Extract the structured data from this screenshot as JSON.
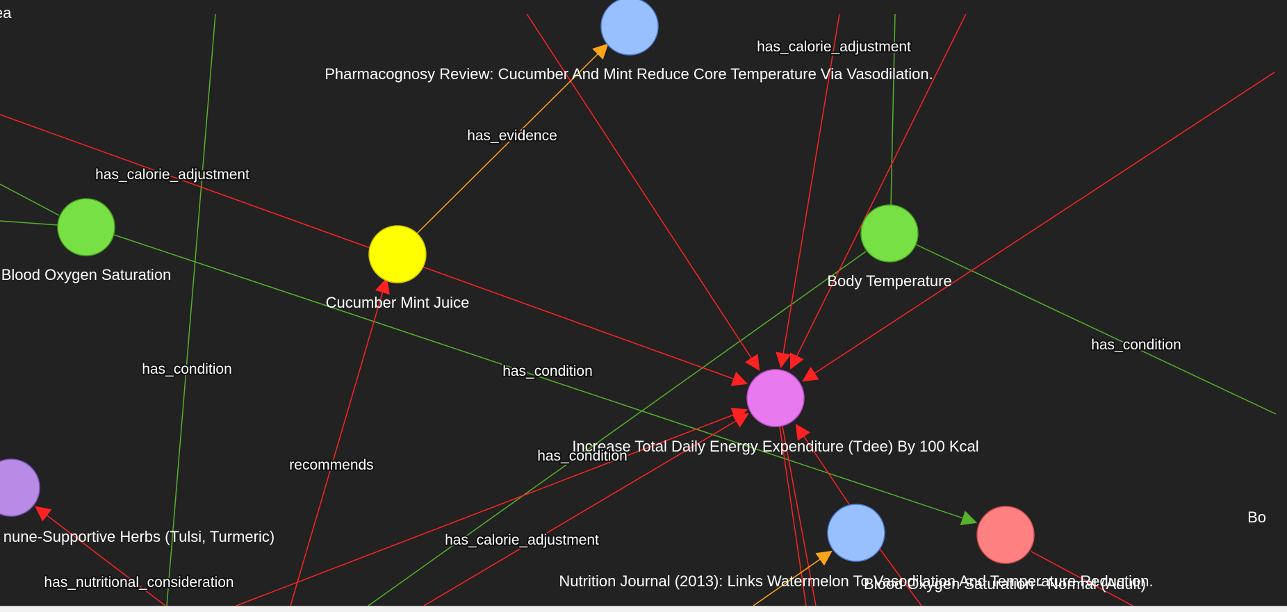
{
  "colors": {
    "background": "#222222",
    "edge_red": "#ff2222",
    "edge_green": "#55b22a",
    "edge_orange": "#ffa51c",
    "node_green": "#77e044",
    "node_yellow": "#ffff00",
    "node_blue": "#98c0ff",
    "node_pink": "#e979ee",
    "node_purple": "#b98be6",
    "node_salmon": "#ff8080"
  },
  "graph": {
    "nodes": [
      {
        "id": "n_top_blue",
        "label": "Pharmacognosy Review: Cucumber And Mint Reduce Core Temperature Via Vasodilation.",
        "color": "#98c0ff"
      },
      {
        "id": "n_blood_oxygen",
        "label": "Blood Oxygen Saturation",
        "color": "#77e044"
      },
      {
        "id": "n_cucumber",
        "label": "Cucumber Mint Juice",
        "color": "#ffff00"
      },
      {
        "id": "n_body_temp",
        "label": "Body Temperature",
        "color": "#77e044"
      },
      {
        "id": "n_tdee",
        "label": "Increase Total Daily Energy Expenditure (Tdee) By 100 Kcal",
        "color": "#e979ee"
      },
      {
        "id": "n_herbs",
        "label": "nune-Supportive Herbs (Tulsi, Turmeric)",
        "color": "#b98be6"
      },
      {
        "id": "n_nutrition_journal",
        "label": "Nutrition Journal (2013): Links Watermelon To Vasodilation And Temperature Reduction.",
        "color": "#98c0ff"
      },
      {
        "id": "n_bo_normal",
        "label": "Blood Oxygen Saturation - Normal (Adult)",
        "color": "#ff8080"
      },
      {
        "id": "n_right_edge",
        "label": "Bo",
        "color": ""
      },
      {
        "id": "n_top_left",
        "label": "ea",
        "color": ""
      }
    ],
    "edge_labels": [
      {
        "id": "el_1",
        "text": "has_calorie_adjustment"
      },
      {
        "id": "el_2",
        "text": "has_evidence"
      },
      {
        "id": "el_3",
        "text": "has_calorie_adjustment"
      },
      {
        "id": "el_4",
        "text": "has_condition"
      },
      {
        "id": "el_5",
        "text": "has_condition"
      },
      {
        "id": "el_6",
        "text": "has_condition"
      },
      {
        "id": "el_7",
        "text": "has_condition"
      },
      {
        "id": "el_8",
        "text": "recommends"
      },
      {
        "id": "el_9",
        "text": "has_calorie_adjustment"
      },
      {
        "id": "el_10",
        "text": "has_nutritional_consideration"
      }
    ]
  }
}
